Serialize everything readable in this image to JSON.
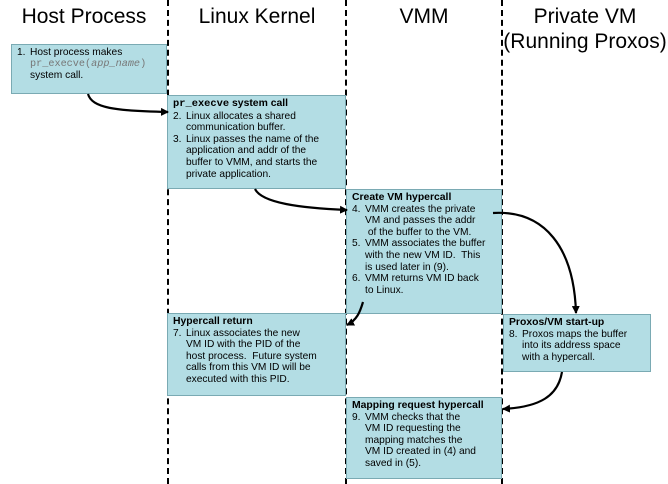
{
  "columns": [
    {
      "lines": [
        "Host Process"
      ]
    },
    {
      "lines": [
        "Linux Kernel"
      ]
    },
    {
      "lines": [
        "VMM"
      ]
    },
    {
      "lines": [
        "Private VM",
        "(Running Proxos)"
      ]
    }
  ],
  "box1": {
    "num": "1.",
    "line1": "Host process makes",
    "code_func": "pr_execve(",
    "code_arg": "app_name",
    "code_end": ")",
    "line3": "system call."
  },
  "box2": {
    "title_code": "pr_execve",
    "title_rest": " system call",
    "steps": [
      {
        "num": "2.",
        "lines": [
          "Linux allocates a shared",
          "communication buffer."
        ]
      },
      {
        "num": "3.",
        "lines": [
          "Linux passes the name of the",
          "application and addr of the",
          "buffer to VMM, and starts the",
          "private application."
        ]
      }
    ]
  },
  "box3": {
    "title": "Create VM hypercall",
    "steps": [
      {
        "num": "4.",
        "lines": [
          "VMM creates the private",
          "VM and passes the addr",
          " of the buffer to the VM."
        ]
      },
      {
        "num": "5.",
        "lines": [
          "VMM associates the buffer",
          "with the new VM ID.  This",
          "is used later in (9)."
        ]
      },
      {
        "num": "6.",
        "lines": [
          "VMM returns VM ID back",
          "to Linux."
        ]
      }
    ]
  },
  "box4": {
    "title": "Hypercall return",
    "steps": [
      {
        "num": "7.",
        "lines": [
          "Linux associates the new",
          "VM ID with the PID of the",
          "host process.  Future system",
          "calls from this VM ID will be",
          "executed with this PID."
        ]
      }
    ]
  },
  "box5": {
    "title": "Proxos/VM start-up",
    "steps": [
      {
        "num": "8.",
        "lines": [
          "Proxos maps the buffer",
          "into its address space",
          "with a hypercall."
        ]
      }
    ]
  },
  "box6": {
    "title": "Mapping request hypercall",
    "steps": [
      {
        "num": "9.",
        "lines": [
          "VMM checks that the",
          "VM ID requesting the",
          "mapping matches the",
          "VM ID created in (4) and",
          "saved in (5)."
        ]
      }
    ]
  }
}
